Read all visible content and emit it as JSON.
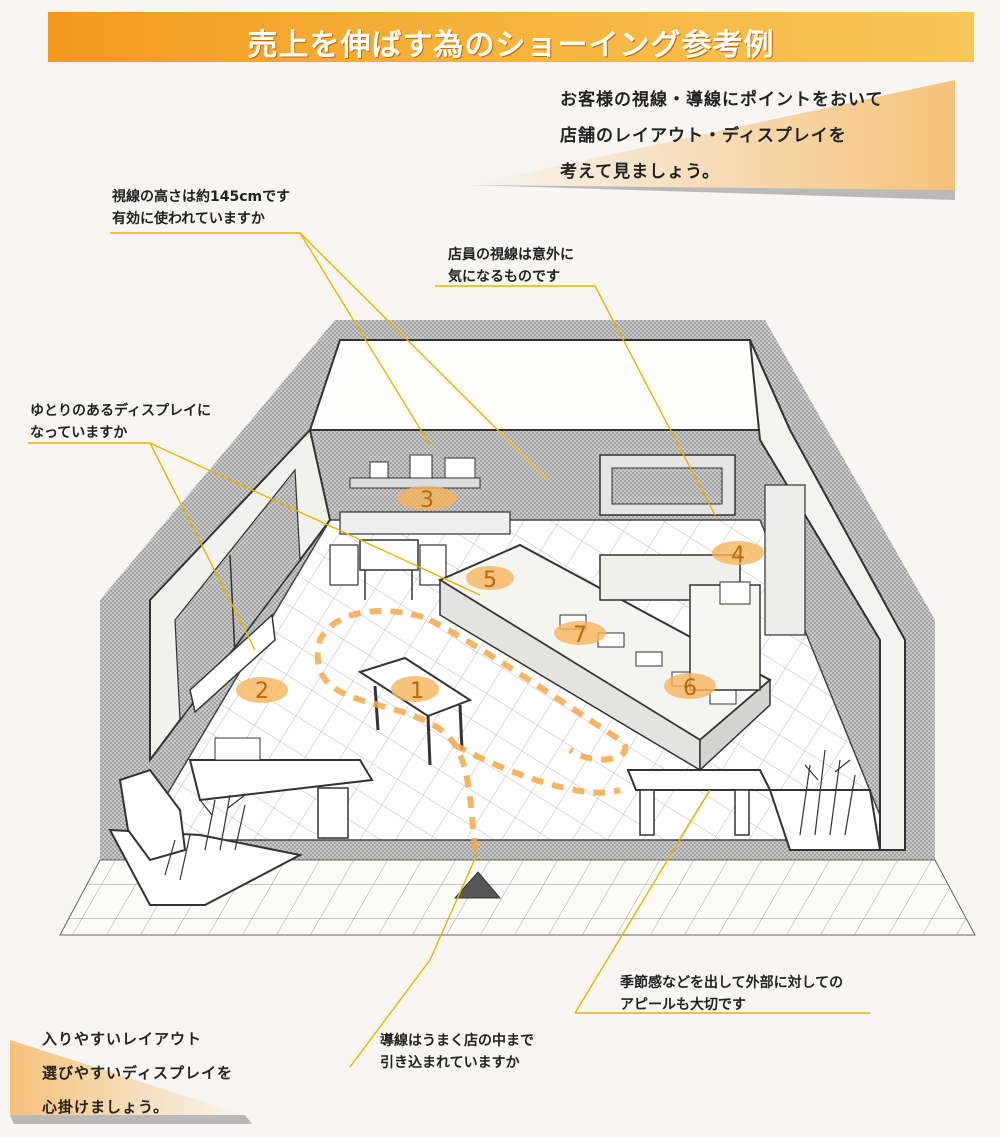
{
  "banner": {
    "title": "売上を伸ばす為のショーイング参考例",
    "color": "#f39a1e"
  },
  "intro": {
    "lines": [
      "お客様の視線・導線にポイントをおいて",
      "店舗のレイアウト・ディスプレイを",
      "考えて見ましょう。"
    ]
  },
  "callouts": {
    "eye_height": {
      "lines": [
        "視線の高さは約145cmです",
        "有効に使われていますか"
      ]
    },
    "staff_gaze": {
      "lines": [
        "店員の視線は意外に",
        "気になるものです"
      ]
    },
    "spacious_display": {
      "lines": [
        "ゆとりのあるディスプレイに",
        "なっていますか"
      ]
    },
    "seasonal": {
      "lines": [
        "季節感などを出して外部に対しての",
        "アピールも大切です"
      ]
    },
    "flow_line": {
      "lines": [
        "導線はうまく店の中まで",
        "引き込まれていますか"
      ]
    }
  },
  "closing": {
    "lines": [
      "入りやすいレイアウト",
      "選びやすいディスプレイを",
      "心掛けましょう。"
    ]
  },
  "markers": [
    "1",
    "2",
    "3",
    "4",
    "5",
    "6",
    "7"
  ],
  "colors": {
    "accent": "#f5a623",
    "marker_fill": "#f6b45a",
    "line": "#e8b400",
    "shadow": "#9a9a9a"
  }
}
